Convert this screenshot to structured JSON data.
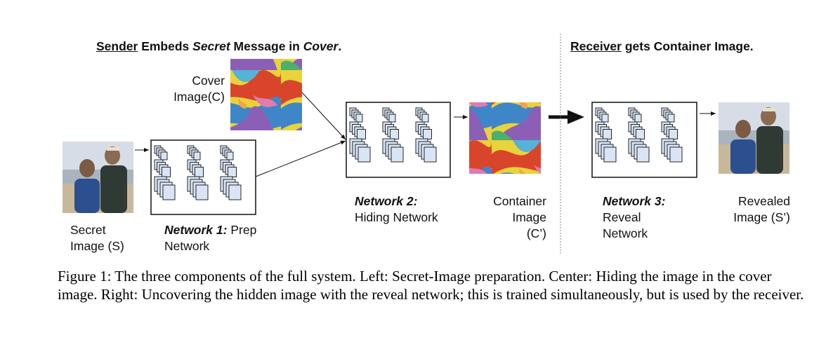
{
  "header_left": {
    "part1": "Sender",
    "part2": " Embeds ",
    "part3": "Secret",
    "part4": " Message in ",
    "part5": "Cover",
    "part6": "."
  },
  "header_right": {
    "part1": "Receiver",
    "part2": " gets Container Image."
  },
  "cover_label": {
    "line1": "Cover",
    "line2": "Image(C)"
  },
  "secret_label": {
    "line1": "Secret",
    "line2": "Image (S)"
  },
  "network1": {
    "title": "Network 1:",
    "rest": " Prep",
    "line2": "Network"
  },
  "network2": {
    "title": "Network 2:",
    "line2": "Hiding Network"
  },
  "container_label": {
    "line1": "Container",
    "line2": "Image",
    "line3": "(C’)"
  },
  "network3": {
    "title": "Network 3:",
    "line2": "Reveal",
    "line3": "Network"
  },
  "revealed_label": {
    "line1": "Revealed",
    "line2": "Image (S’)"
  },
  "caption": "Figure 1: The three components of the full system. Left: Secret-Image preparation. Center: Hiding the image in the cover image. Right: Uncovering the hidden image with the reveal network; this is trained simultaneously, but is used by the receiver.",
  "colors": {
    "filter_fill": "#d9e5f5",
    "divider": "#888888",
    "arrow": "#111111"
  }
}
